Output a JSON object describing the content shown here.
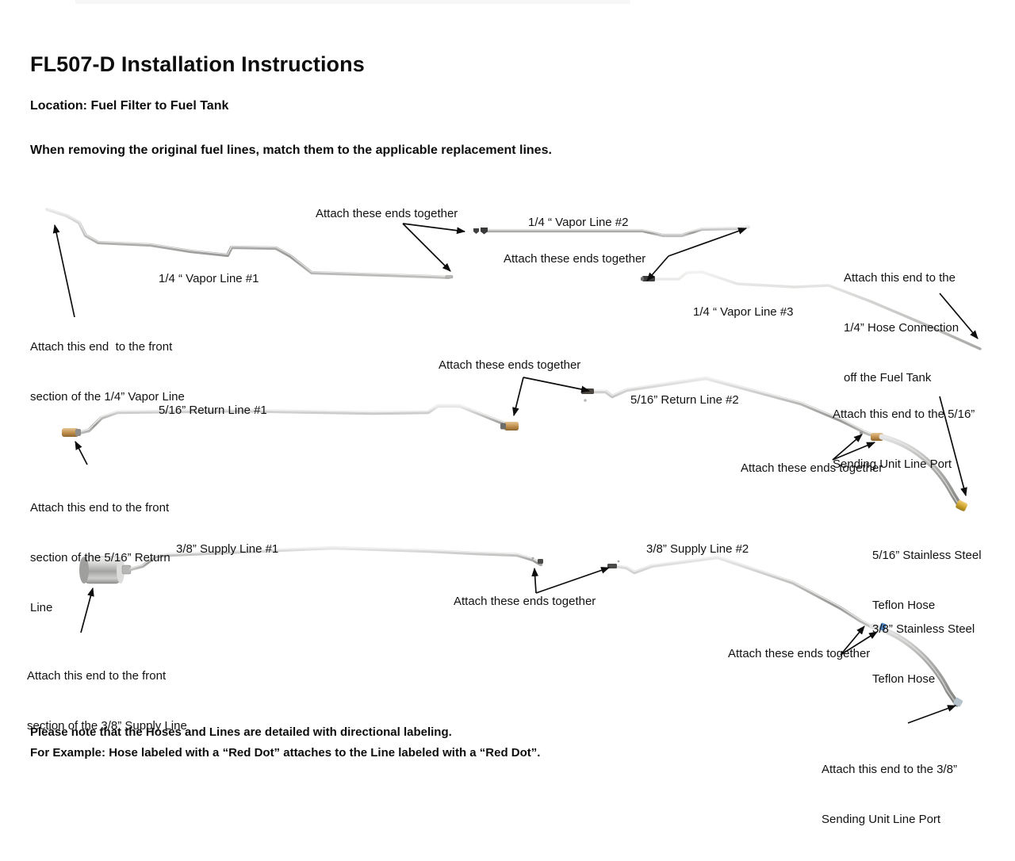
{
  "document": {
    "title": "FL507-D Installation Instructions",
    "subtitle": "Location: Fuel Filter to Fuel Tank",
    "instruction": "When removing the original fuel lines, match them to the applicable replacement lines.",
    "footer_note_line1": "Please note that the Hoses and Lines are detailed with directional labeling.",
    "footer_note_line2": "For Example: Hose labeled with a “Red Dot” attaches to the Line labeled with a “Red Dot”."
  },
  "colors": {
    "text": "#0d0d0d",
    "steel_light": "#cfd0cf",
    "steel_mid": "#a8a9a7",
    "steel_dark": "#8d8e8b",
    "brass": "#c99a5b",
    "gold": "#d4a53a",
    "fitting_dark": "#3b3b3b",
    "blue_mark": "#4f86c6",
    "background": "#ffffff"
  },
  "parts": {
    "vapor_line_1": "1/4 “ Vapor Line #1",
    "vapor_line_2": "1/4 “ Vapor Line #2",
    "vapor_line_3": "1/4 “ Vapor Line #3",
    "return_line_1": "5/16” Return Line #1",
    "return_line_2": "5/16” Return Line #2",
    "supply_line_1": "3/8” Supply Line #1",
    "supply_line_2": "3/8” Supply Line #2",
    "hose_516_l1": "5/16” Stainless Steel",
    "hose_516_l2": "Teflon Hose",
    "hose_38_l1": "3/8” Stainless Steel",
    "hose_38_l2": "Teflon Hose"
  },
  "callouts": {
    "attach_ends_together": "Attach these ends together",
    "vapor_front_l1": "Attach this end  to the front",
    "vapor_front_l2": "section of the 1/4” Vapor Line",
    "tank_hose_l1": "Attach this end to the",
    "tank_hose_l2": "1/4” Hose Connection",
    "tank_hose_l3": "off the Fuel Tank",
    "return_front_l1": "Attach this end to the front",
    "return_front_l2": "section of the 5/16” Return",
    "return_front_l3": "Line",
    "sending_516_l1": "Attach this end to the 5/16”",
    "sending_516_l2": "Sending Unit Line Port",
    "supply_front_l1": "Attach this end to the front",
    "supply_front_l2": "section of the 3/8” Supply Line",
    "sending_38_l1": "Attach this end to the 3/8”",
    "sending_38_l2": "Sending Unit Line Port"
  }
}
